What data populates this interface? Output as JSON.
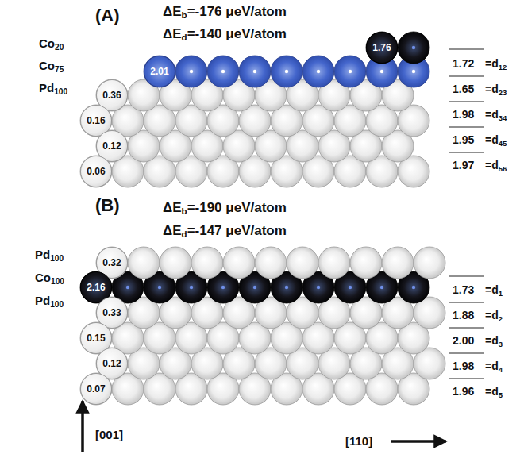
{
  "diagram": {
    "nodes": [
      {
        "text": [
          "1.76"
        ]
      },
      {
        "text": [
          "2.01"
        ]
      },
      {
        "text": [
          "0.36"
        ]
      },
      {
        "text": [
          "0.16"
        ]
      },
      {
        "text": [
          "0.12"
        ]
      },
      {
        "text": [
          "0.06"
        ]
      },
      {
        "text": [
          "0.32"
        ]
      },
      {
        "text": [
          "2.16"
        ]
      },
      {
        "text": [
          "0.33"
        ]
      },
      {
        "text": [
          "0.15"
        ]
      },
      {
        "text": [
          "0.12"
        ]
      },
      {
        "text": [
          "0.07"
        ]
      }
    ],
    "labels": [
      "(A)",
      "ΔEb=-176 μeV/atom",
      "ΔEd=-140 μeV/atom",
      "Co20",
      "Co75",
      "Pd100",
      "1.72",
      "=d12",
      "1.65",
      "=d23",
      "1.98",
      "=d34",
      "1.95",
      "=d45",
      "1.97",
      "=d56",
      "(B)",
      "ΔEb=-190 μeV/atom",
      "ΔEd=-147 μeV/atom",
      "Pd100",
      "Co100",
      "Pd100",
      "1.73",
      "=d1",
      "1.88",
      "=d2",
      "2.00",
      "=d3",
      "1.98",
      "=d4",
      "1.96",
      "=d5",
      "[001]",
      "[110]"
    ]
  }
}
